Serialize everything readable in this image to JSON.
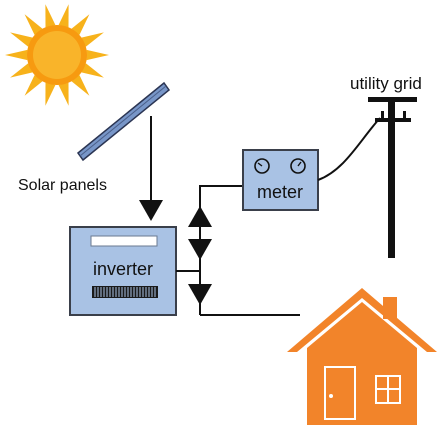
{
  "labels": {
    "solar_panels": "Solar panels",
    "inverter": "inverter",
    "meter": "meter",
    "utility_grid": "utility grid"
  },
  "colors": {
    "sun_outer": "#f7b21b",
    "sun_core": "#f79a10",
    "panel": "#7896c8",
    "device": "#a9c2e4",
    "device_stroke": "#3a3f4a",
    "house": "#f2842a",
    "wire": "#111111"
  },
  "icons": [
    "sun-icon",
    "solar-panel-icon",
    "utility-pole-icon",
    "house-icon"
  ]
}
